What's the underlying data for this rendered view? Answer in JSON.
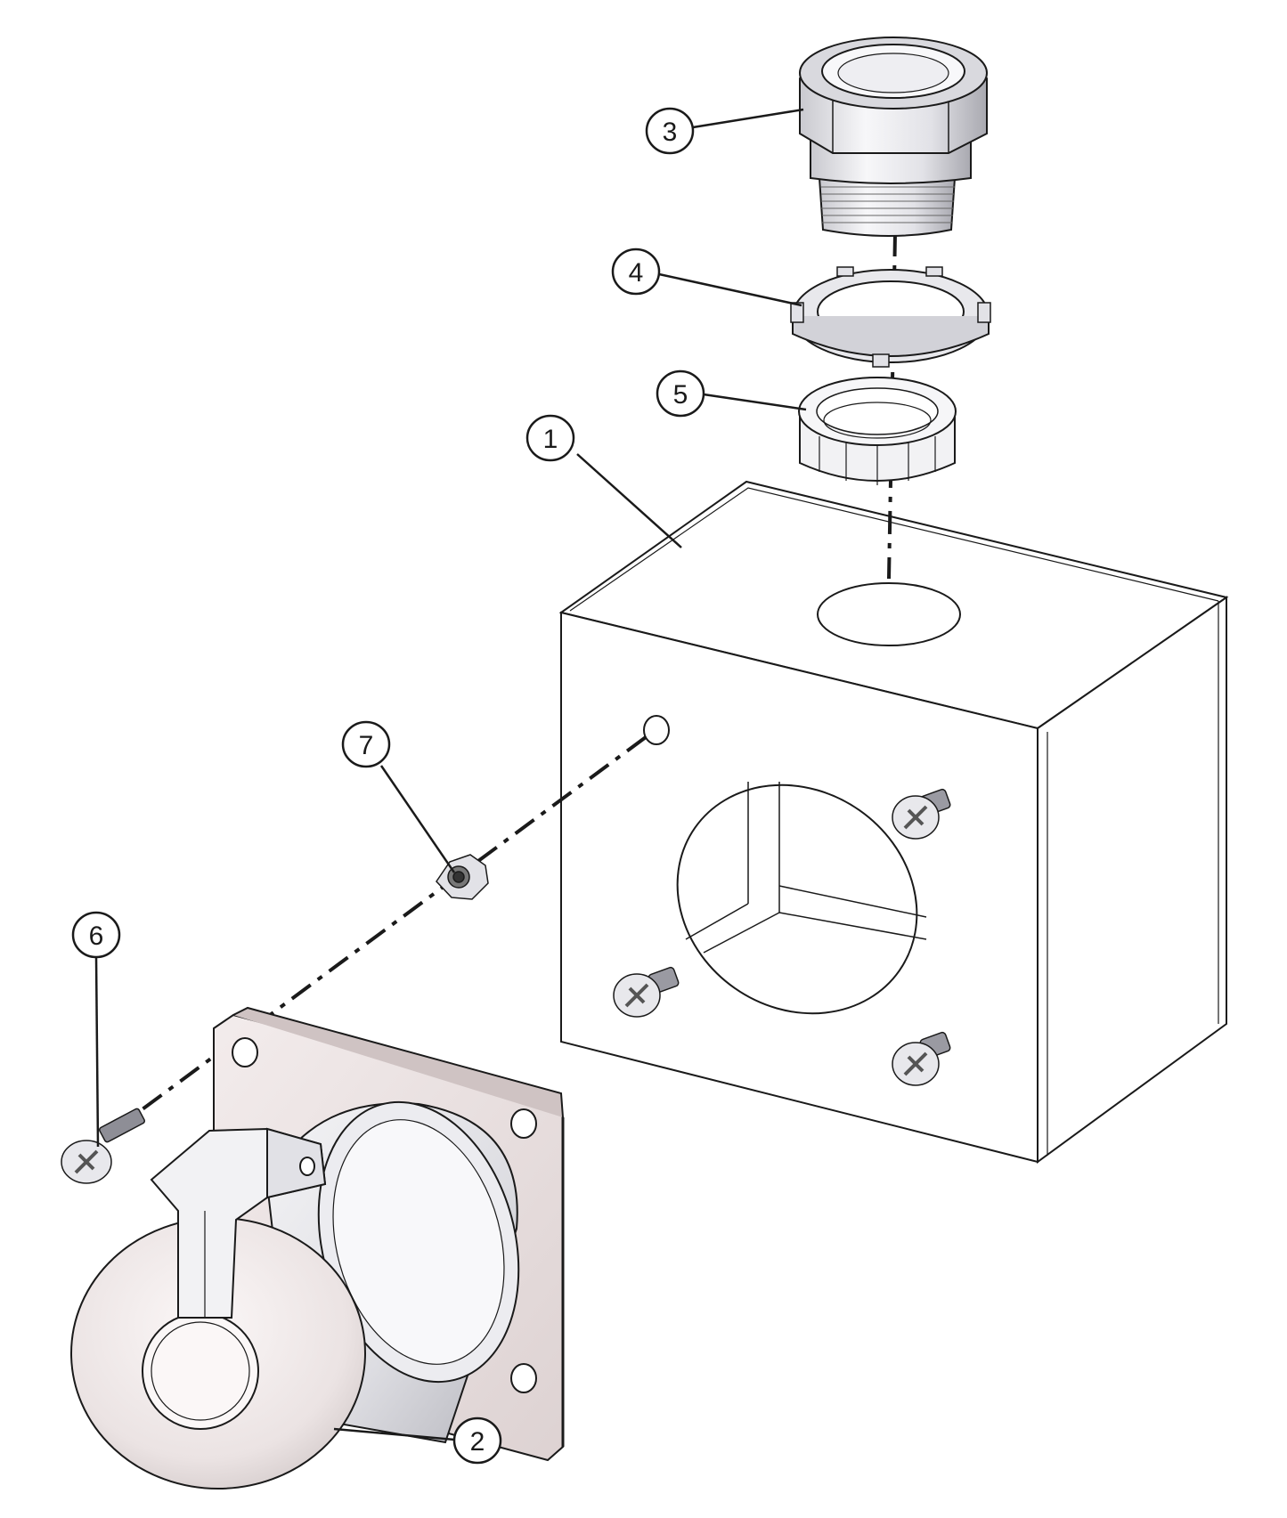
{
  "callouts": [
    {
      "id": "callout-1",
      "label": "1",
      "part": "enclosure-box"
    },
    {
      "id": "callout-2",
      "label": "2",
      "part": "receptacle"
    },
    {
      "id": "callout-3",
      "label": "3",
      "part": "cord-grip-connector"
    },
    {
      "id": "callout-4",
      "label": "4",
      "part": "locknut"
    },
    {
      "id": "callout-5",
      "label": "5",
      "part": "bushing"
    },
    {
      "id": "callout-6",
      "label": "6",
      "part": "mounting-screw"
    },
    {
      "id": "callout-7",
      "label": "7",
      "part": "lock-nut-washer"
    }
  ],
  "colors": {
    "line": "#1a1a1a",
    "box": "#ffffff",
    "metal_light": "#f1f1f3",
    "metal_mid": "#d6d6dc",
    "metal_dark": "#9a9aa2",
    "flange": "#efe6e6",
    "flange_shade": "#d9cdcd"
  }
}
